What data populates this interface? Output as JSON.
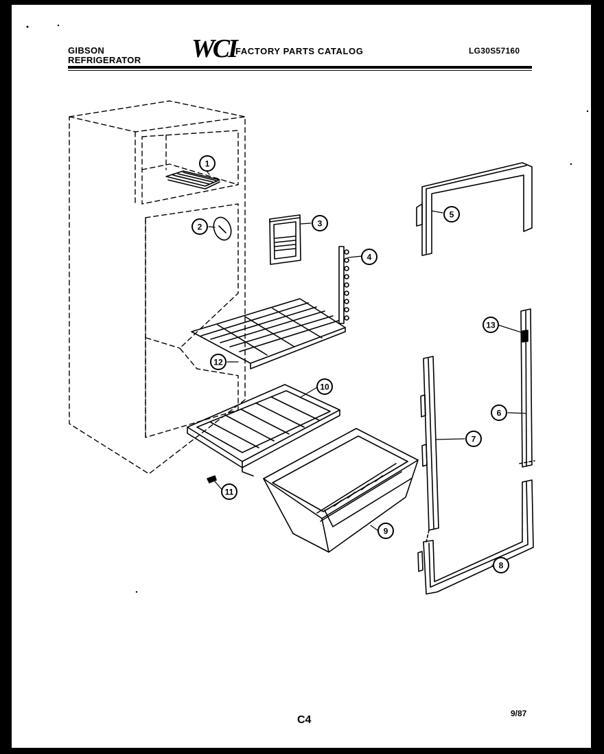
{
  "header": {
    "brand_line1": "GIBSON",
    "brand_line2": "REFRIGERATOR",
    "logo": "WCI",
    "catalog_title": "FACTORY PARTS CATALOG",
    "model_number": "LG30S57160"
  },
  "footer": {
    "page_code": "C4",
    "date": "9/87"
  },
  "callouts": [
    "1",
    "2",
    "3",
    "4",
    "5",
    "6",
    "7",
    "8",
    "9",
    "10",
    "11",
    "12",
    "13"
  ]
}
